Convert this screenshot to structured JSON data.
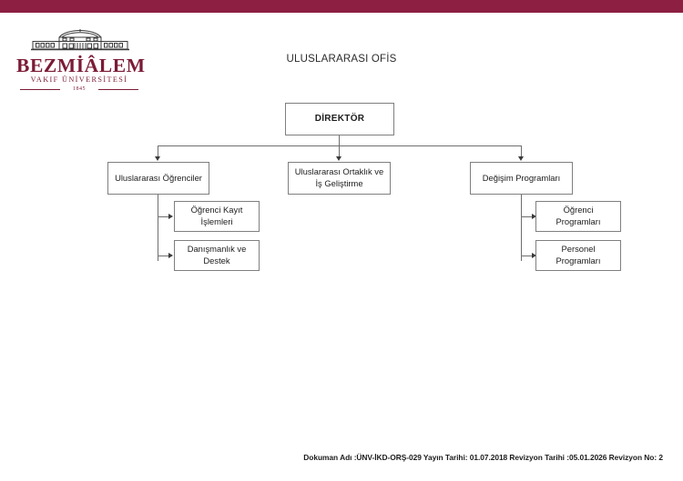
{
  "theme": {
    "band_color": "#8C1F42",
    "logo_color": "#7B1B36",
    "box_border": "#7f7f7f",
    "connector": "#6e6e6e",
    "page_background": "#ffffff"
  },
  "logo": {
    "icon": "bezmialem-building-icon",
    "wordmark": "BEZMİÂLEM",
    "subtitle": "VAKIF ÜNİVERSİTESİ",
    "year": "1845"
  },
  "chart": {
    "title": "ULUSLARARASI OFİS",
    "nodes": {
      "root": "DİREKTÖR",
      "level2": [
        "Uluslararası Öğrenciler",
        "Uluslararası Ortaklık ve İş Geliştirme",
        "Değişim Programları"
      ],
      "left_children": [
        "Öğrenci Kayıt İşlemleri",
        "Danışmanlık ve Destek"
      ],
      "right_children": [
        "Öğrenci Programları",
        "Personel Programları"
      ]
    }
  },
  "footer": {
    "text": "Dokuman Adı :ÜNV-İKD-ORŞ-029 Yayın Tarihi: 01.07.2018 Revizyon Tarihi :05.01.2026 Revizyon No: 2"
  }
}
